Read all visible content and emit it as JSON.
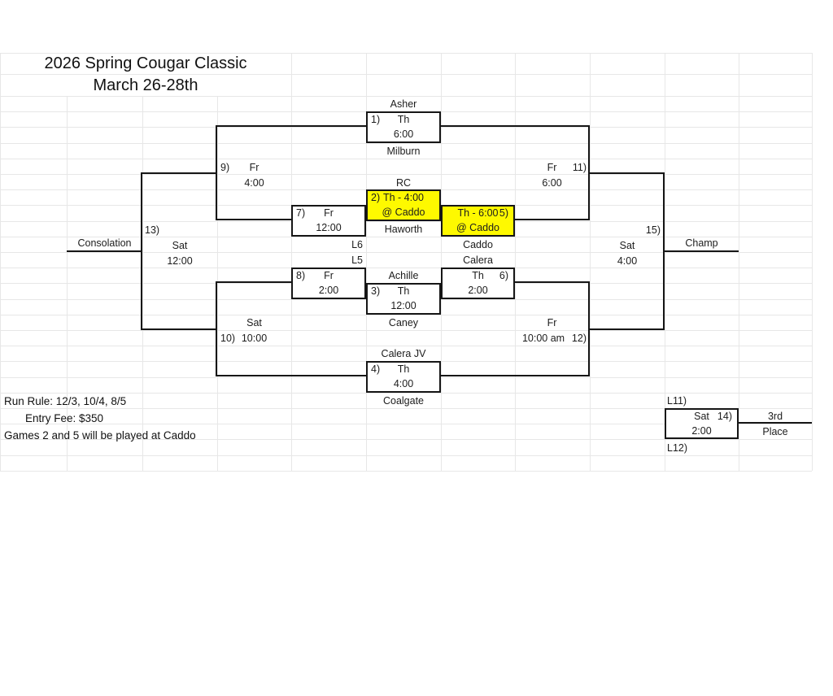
{
  "title": {
    "line1": "2026 Spring Cougar Classic",
    "line2": "March 26-28th"
  },
  "notes": {
    "run_rule": "Run Rule: 12/3, 10/4, 8/5",
    "entry_fee": "Entry Fee: $350",
    "venue_note": "Games 2 and 5 will be played at Caddo"
  },
  "colors": {
    "highlight_yellow": "#fef900",
    "bracket_line": "#161616",
    "grid_line": "#e7e7e7"
  },
  "bracket": {
    "champ_label": "Champ",
    "consolation_label": "Consolation",
    "third_place_line1": "3rd",
    "third_place_line2": "Place",
    "teams": {
      "asher": "Asher",
      "milburn": "Milburn",
      "rc": "RC",
      "haworth": "Haworth",
      "caddo": "Caddo",
      "calera": "Calera",
      "achille": "Achille",
      "caney": "Caney",
      "calera_jv": "Calera JV",
      "coalgate": "Coalgate"
    },
    "loser_feeds": {
      "l6": "L6",
      "l5": "L5",
      "l11": "L11)",
      "l12": "L12)"
    },
    "games": {
      "g1": {
        "num": "1)",
        "day": "Th",
        "time": "6:00"
      },
      "g2": {
        "num": "2)",
        "day_time": "Th - 4:00",
        "venue": "@ Caddo"
      },
      "g3": {
        "num": "3)",
        "day": "Th",
        "time": "12:00"
      },
      "g4": {
        "num": "4)",
        "day": "Th",
        "time": "4:00"
      },
      "g5": {
        "num": "5)",
        "day_time": "Th - 6:00",
        "venue": "@ Caddo"
      },
      "g6": {
        "num": "6)",
        "day": "Th",
        "time": "2:00"
      },
      "g7": {
        "num": "7)",
        "day": "Fr",
        "time": "12:00"
      },
      "g8": {
        "num": "8)",
        "day": "Fr",
        "time": "2:00"
      },
      "g9": {
        "num": "9)",
        "day": "Fr",
        "time": "4:00"
      },
      "g10": {
        "num": "10)",
        "day": "Sat",
        "time": "10:00"
      },
      "g11": {
        "num": "11)",
        "day": "Fr",
        "time": "6:00"
      },
      "g12": {
        "num": "12)",
        "day": "Fr",
        "time": "10:00 am"
      },
      "g13": {
        "num": "13)",
        "day": "Sat",
        "time": "12:00"
      },
      "g14": {
        "num": "14)",
        "day": "Sat",
        "time": "2:00"
      },
      "g15": {
        "num": "15)",
        "day": "Sat",
        "time": "4:00"
      }
    }
  }
}
